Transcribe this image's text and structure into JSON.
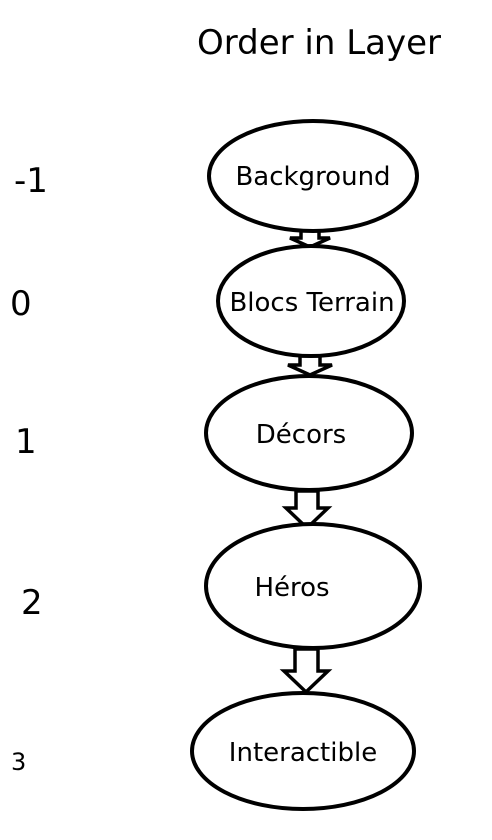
{
  "diagram": {
    "title": "Order in Layer",
    "layers": [
      {
        "order": "-1",
        "label": "Background"
      },
      {
        "order": "0",
        "label": "Blocs Terrain"
      },
      {
        "order": "1",
        "label": "Décors"
      },
      {
        "order": "2",
        "label": "Héros"
      },
      {
        "order": "3",
        "label": "Interactible"
      }
    ],
    "colors": {
      "stroke": "#000000",
      "fill": "#ffffff",
      "text": "#000000"
    }
  }
}
